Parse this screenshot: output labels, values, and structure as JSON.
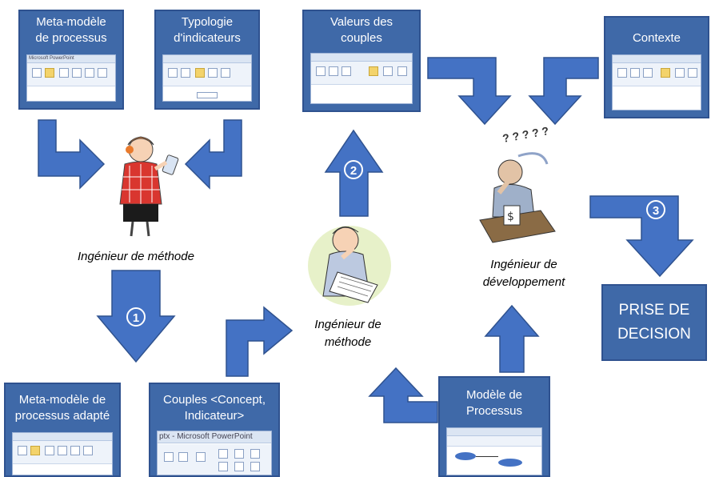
{
  "boxes": {
    "meta_modele": "Meta-modèle\nde processus",
    "typologie": "Typologie\nd'indicateurs",
    "valeurs": "Valeurs des\ncouples",
    "contexte": "Contexte",
    "meta_adapte": "Meta-modèle de\nprocessus adapté",
    "couples": "Couples <Concept,\nIndicateur>",
    "modele_processus": "Modèle de\nProcessus",
    "decision": "PRISE DE\nDECISION"
  },
  "screens": {
    "meta_modele_caption": "Microsoft PowerPoint",
    "couples_caption": "ptx - Microsoft PowerPoint"
  },
  "actors": {
    "ingenieur_methode_left": "Ingénieur de méthode",
    "ingenieur_methode_center": "Ingénieur de\nméthode",
    "ingenieur_dev": "Ingénieur de\ndéveloppement"
  },
  "steps": {
    "one": "1",
    "two": "2",
    "three": "3"
  },
  "thought": "? ? ? ? ?",
  "colors": {
    "box": "#3f69a8",
    "arrow": "#4472c4",
    "arrow_border": "#2f528f"
  }
}
